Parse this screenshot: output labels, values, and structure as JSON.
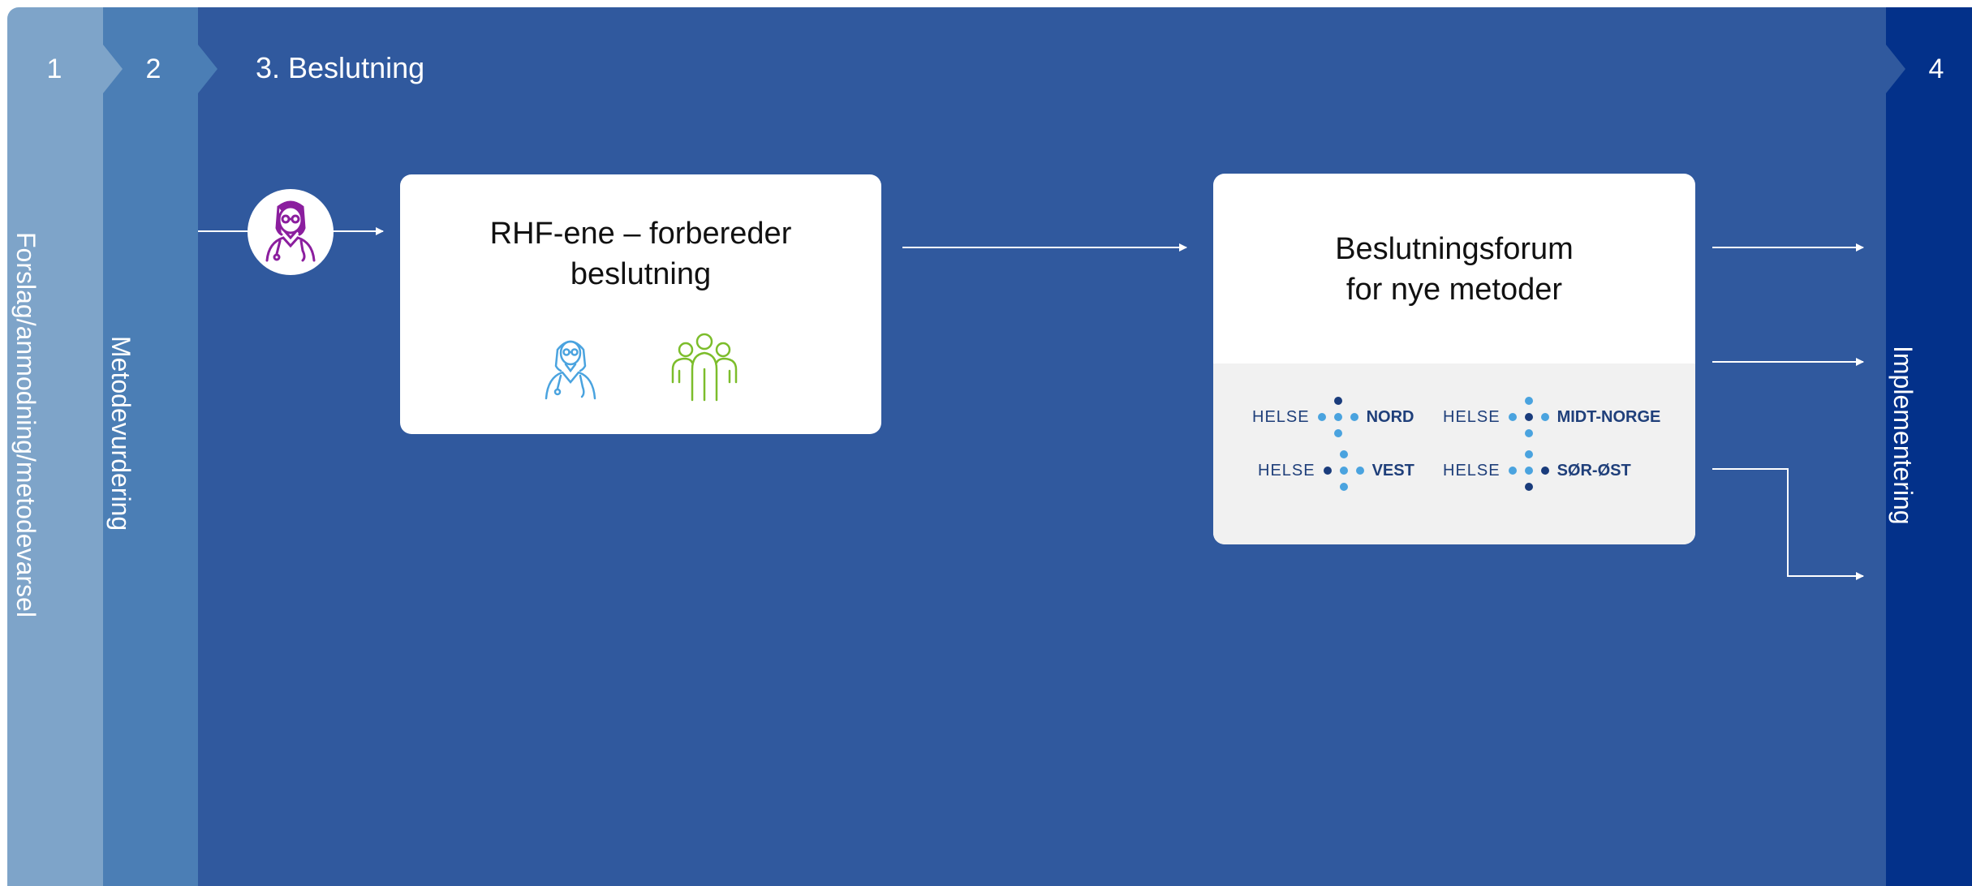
{
  "colors": {
    "step1": "#7ea4c9",
    "step2": "#4b7eb5",
    "step3": "#30599e",
    "step4": "#03318a",
    "card": "#ffffff",
    "card_footer": "#f1f1f1",
    "doctor_purple": "#8b1e9e",
    "doctor_blue": "#4aa3df",
    "group_green": "#7cbd2b",
    "helse_dark": "#1a3c7c",
    "helse_light": "#4aa3df"
  },
  "steps": [
    {
      "number": "1",
      "label": "Forslag/anmodning/metodevarsel"
    },
    {
      "number": "2",
      "label": "Metodevurdering"
    },
    {
      "number": "",
      "label": "3. Beslutning"
    },
    {
      "number": "4",
      "label": "Implementering"
    }
  ],
  "cards": {
    "rhf": {
      "title_line1": "RHF-ene – forbereder",
      "title_line2": "beslutning",
      "icons": [
        "doctor-icon",
        "group-icon"
      ]
    },
    "forum": {
      "title_line1": "Beslutningsforum",
      "title_line2": "for nye metoder"
    }
  },
  "logos": [
    {
      "prefix": "HELSE",
      "region": "NORD",
      "icon": "helse-cross-icon"
    },
    {
      "prefix": "HELSE",
      "region": "MIDT-NORGE",
      "icon": "helse-cross-icon"
    },
    {
      "prefix": "HELSE",
      "region": "VEST",
      "icon": "helse-cross-icon"
    },
    {
      "prefix": "HELSE",
      "region": "SØR-ØST",
      "icon": "helse-cross-icon"
    }
  ],
  "icons": {
    "entry": "doctor-avatar-icon",
    "arrows": "arrow-right-icon"
  }
}
